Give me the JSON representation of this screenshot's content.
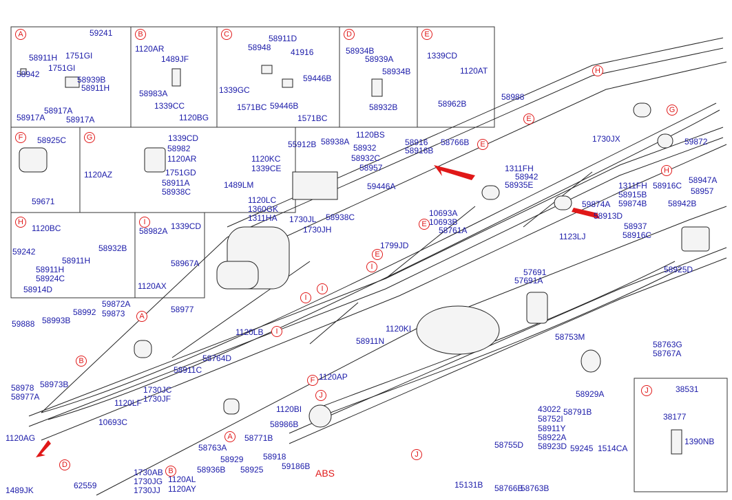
{
  "panels": [
    {
      "letter": "A",
      "labels": [
        "59241",
        "58911H",
        "1751GI",
        "1751GI",
        "58942",
        "58939B",
        "58911H",
        "58917A",
        "58917A",
        "58917A"
      ]
    },
    {
      "letter": "B",
      "labels": [
        "1120AR",
        "1489JF",
        "58983A",
        "1339CC",
        "1120BG"
      ]
    },
    {
      "letter": "C",
      "labels": [
        "58911D",
        "58948",
        "41916",
        "1339GC",
        "59446B",
        "1571BC",
        "59446B",
        "1571BC"
      ]
    },
    {
      "letter": "D",
      "labels": [
        "58934B",
        "58939A",
        "58934B",
        "58932B"
      ]
    },
    {
      "letter": "E",
      "labels": [
        "1339CD",
        "1120AT",
        "58962B"
      ]
    },
    {
      "letter": "F",
      "labels": [
        "58925C",
        "59671"
      ]
    },
    {
      "letter": "G",
      "labels": [
        "1339CD",
        "58982",
        "1120AR",
        "1120AZ",
        "1751GD",
        "58911A",
        "58938C"
      ]
    },
    {
      "letter": "H",
      "labels": [
        "1120BC",
        "59242",
        "58932B",
        "58911H",
        "58911H",
        "58924C",
        "58914D"
      ]
    },
    {
      "letter": "I",
      "labels": [
        "1339CD",
        "58982A",
        "58967A",
        "1120AX"
      ]
    },
    {
      "letter": "J",
      "labels": [
        "38531",
        "38177",
        "1390NB"
      ]
    }
  ],
  "main_labels": [
    "58988",
    "55912B",
    "58938A",
    "1120BS",
    "58916",
    "58916B",
    "58766B",
    "1120KC",
    "1339CE",
    "58932",
    "58932C",
    "58957",
    "1311FH",
    "58942",
    "58935E",
    "1730JX",
    "59872",
    "1489LM",
    "59446A",
    "1120LC",
    "1360GK",
    "1311HA",
    "1730JL",
    "1730JH",
    "58938C",
    "10693A",
    "10693B",
    "58761A",
    "1311FH",
    "58915B",
    "59874B",
    "58916C",
    "58947A",
    "58957",
    "59874A",
    "58913D",
    "58942B",
    "58937",
    "58916C",
    "1123LJ",
    "1799JD",
    "58925D",
    "57691",
    "57691A",
    "59888",
    "58993B",
    "58992",
    "59872A",
    "59873",
    "58977",
    "1120KI",
    "58911N",
    "58753M",
    "58763G",
    "58767A",
    "1120LB",
    "58764D",
    "58978",
    "58977A",
    "58973B",
    "58911C",
    "1120AP",
    "1730JC",
    "1730JF",
    "1120LF",
    "58929A",
    "10693C",
    "1120BI",
    "43022",
    "58752I",
    "58911Y",
    "58922A",
    "58923D",
    "58791B",
    "1120AG",
    "58986B",
    "58763A",
    "58771B",
    "58755D",
    "59245",
    "1514CA",
    "1489JK",
    "62559",
    "1730AB",
    "1730JG",
    "1730JJ",
    "1120AL",
    "1120AY",
    "58936B",
    "58929",
    "58925",
    "58918",
    "59186B",
    "15131B",
    "58766B",
    "58763B"
  ],
  "abs_text": "ABS",
  "colors": {
    "label": "#1a1aa8",
    "callout": "#e01818",
    "line": "#222222"
  }
}
